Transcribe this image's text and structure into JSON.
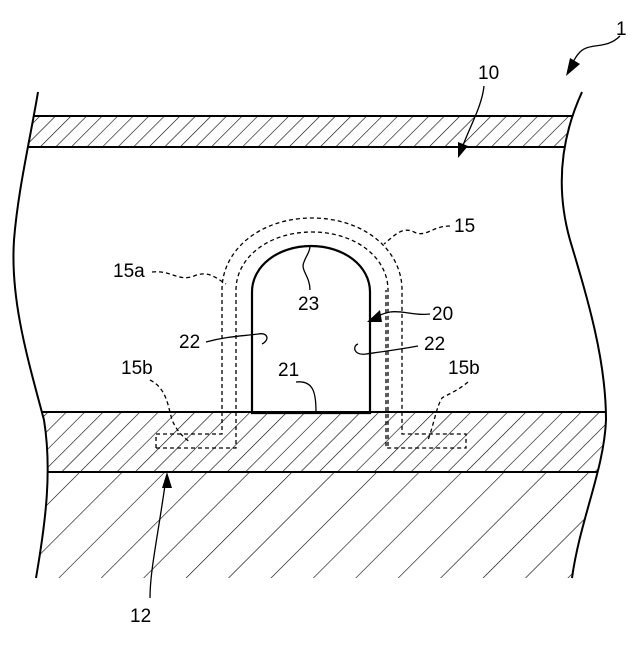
{
  "labels": {
    "device": "1",
    "layer_top": "10",
    "substrate": "12",
    "conductor": "15",
    "conductor_arch": "15a",
    "conductor_end_left": "15b",
    "conductor_end_right": "15b",
    "opening": "20",
    "opening_bottom": "21",
    "opening_wall_left": "22",
    "opening_wall_right": "22",
    "opening_top": "23"
  }
}
